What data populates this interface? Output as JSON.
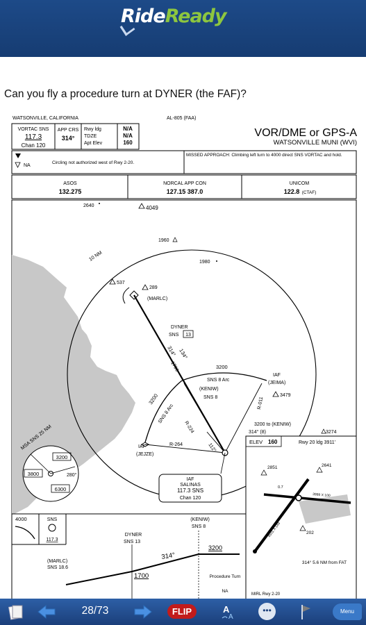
{
  "header": {
    "logo_ride": "Ride",
    "logo_ready": "Ready"
  },
  "question": "Can you fly a procedure turn at DYNER (the FAF)?",
  "chart": {
    "location": "WATSONVILLE, CALIFORNIA",
    "procedure_id": "AL-805 (FAA)",
    "title": "VOR/DME or GPS-A",
    "airport": "WATSONVILLE MUNI (WVI)",
    "vortac_label": "VORTAC SNS",
    "vortac_freq": "117.3",
    "vortac_chan": "Chan 120",
    "app_crs_label": "APP CRS",
    "app_crs": "314°",
    "rwy_ldg_label": "Rwy ldg",
    "tdze_label": "TDZE",
    "apt_elev_label": "Apt Elev",
    "rwy_ldg_val": "N/A",
    "tdze_val": "N/A",
    "apt_elev_val": "160",
    "na_text": "NA",
    "circling_note": "Circling not authorized west of Rwy 2-20.",
    "missed_approach": "MISSED APPROACH: Climbing left turn to 4000 direct SNS VORTAC and hold.",
    "asos_label": "ASOS",
    "asos_freq": "132.275",
    "norcal_label": "NORCAL APP CON",
    "norcal_freq": "127.15  387.0",
    "unicom_label": "UNICOM",
    "unicom_freq": "122.8",
    "unicom_ctaf": "(CTAF)",
    "plan": {
      "elev_2640": "2640",
      "elev_4049": "4049",
      "elev_1960": "1960",
      "elev_1980": "1980",
      "elev_537": "537",
      "elev_289": "289",
      "marlc_fix": "(MARLC)",
      "dme_arc": "10 NM",
      "dyner_fix": "DYNER",
      "dyner_sns": "SNS",
      "dyner_dme": "13",
      "course_134": "134°",
      "course_314": "314°",
      "alt_1700": "1700",
      "alt_3200_a": "3200",
      "alt_3200_b": "3200",
      "alt_3200_c": "3200 to (KENIW)",
      "sns_8_arc": "SNS 8 Arc",
      "keniw_fix": "(KENIW)",
      "keniw_sns": "SNS 8",
      "iaf_jeima": "IAF",
      "jeima_fix": "(JEIMA)",
      "elev_3479": "3479",
      "r011": "R-011",
      "r314": "314° (8)",
      "iaf_jejze": "IAF",
      "jejze_fix": "(JEJZE)",
      "r264": "R-264",
      "r224": "R-224",
      "course_112": "112°",
      "salinas_iaf": "IAF",
      "salinas_name": "SALINAS",
      "salinas_freq": "117.3 SNS",
      "salinas_chan": "Chan 120",
      "msa_label": "MSA SNS 25 NM",
      "msa_3200": "3200",
      "msa_3800": "3800",
      "msa_6300": "6300",
      "msa_280": "280°",
      "elev_3274": "3274",
      "elev_box_label": "ELEV",
      "elev_box_val": "160",
      "rwy_info": "Rwy 20 ldg 3911'",
      "ap_2851": "2851",
      "ap_2641": "2641",
      "ap_ltr": "0.7",
      "rwy_dim": "3999 X 100",
      "rwy_dim2": "4501 X 149",
      "ap_202": "202",
      "from_fat": "314° 5.6 NM from FAT",
      "mirl": "MIRL Rwy 2-20"
    },
    "profile": {
      "alt_4000": "4000",
      "sns_label": "SNS",
      "sns_freq": "117.3",
      "dyner": "DYNER",
      "dyner_sns": "SNS 13",
      "keniw": "(KENIW)",
      "keniw_sns": "SNS 8",
      "alt_3200": "3200",
      "course": "314°",
      "marlc": "(MARLC)",
      "marlc_sns": "SNS 18.6",
      "alt_1700": "1700",
      "proc_turn": "Procedure Turn",
      "proc_turn_na": "NA"
    }
  },
  "toolbar": {
    "page_indicator": "28/73",
    "flip_label": "FLIP",
    "menu_label": "Menu"
  },
  "colors": {
    "header_bg": "#1d4a88",
    "logo_green": "#8dc63f",
    "toolbar_bg": "#2d5fa6",
    "flip_red": "#c21b1b",
    "land_gray": "#c8c8c8"
  }
}
